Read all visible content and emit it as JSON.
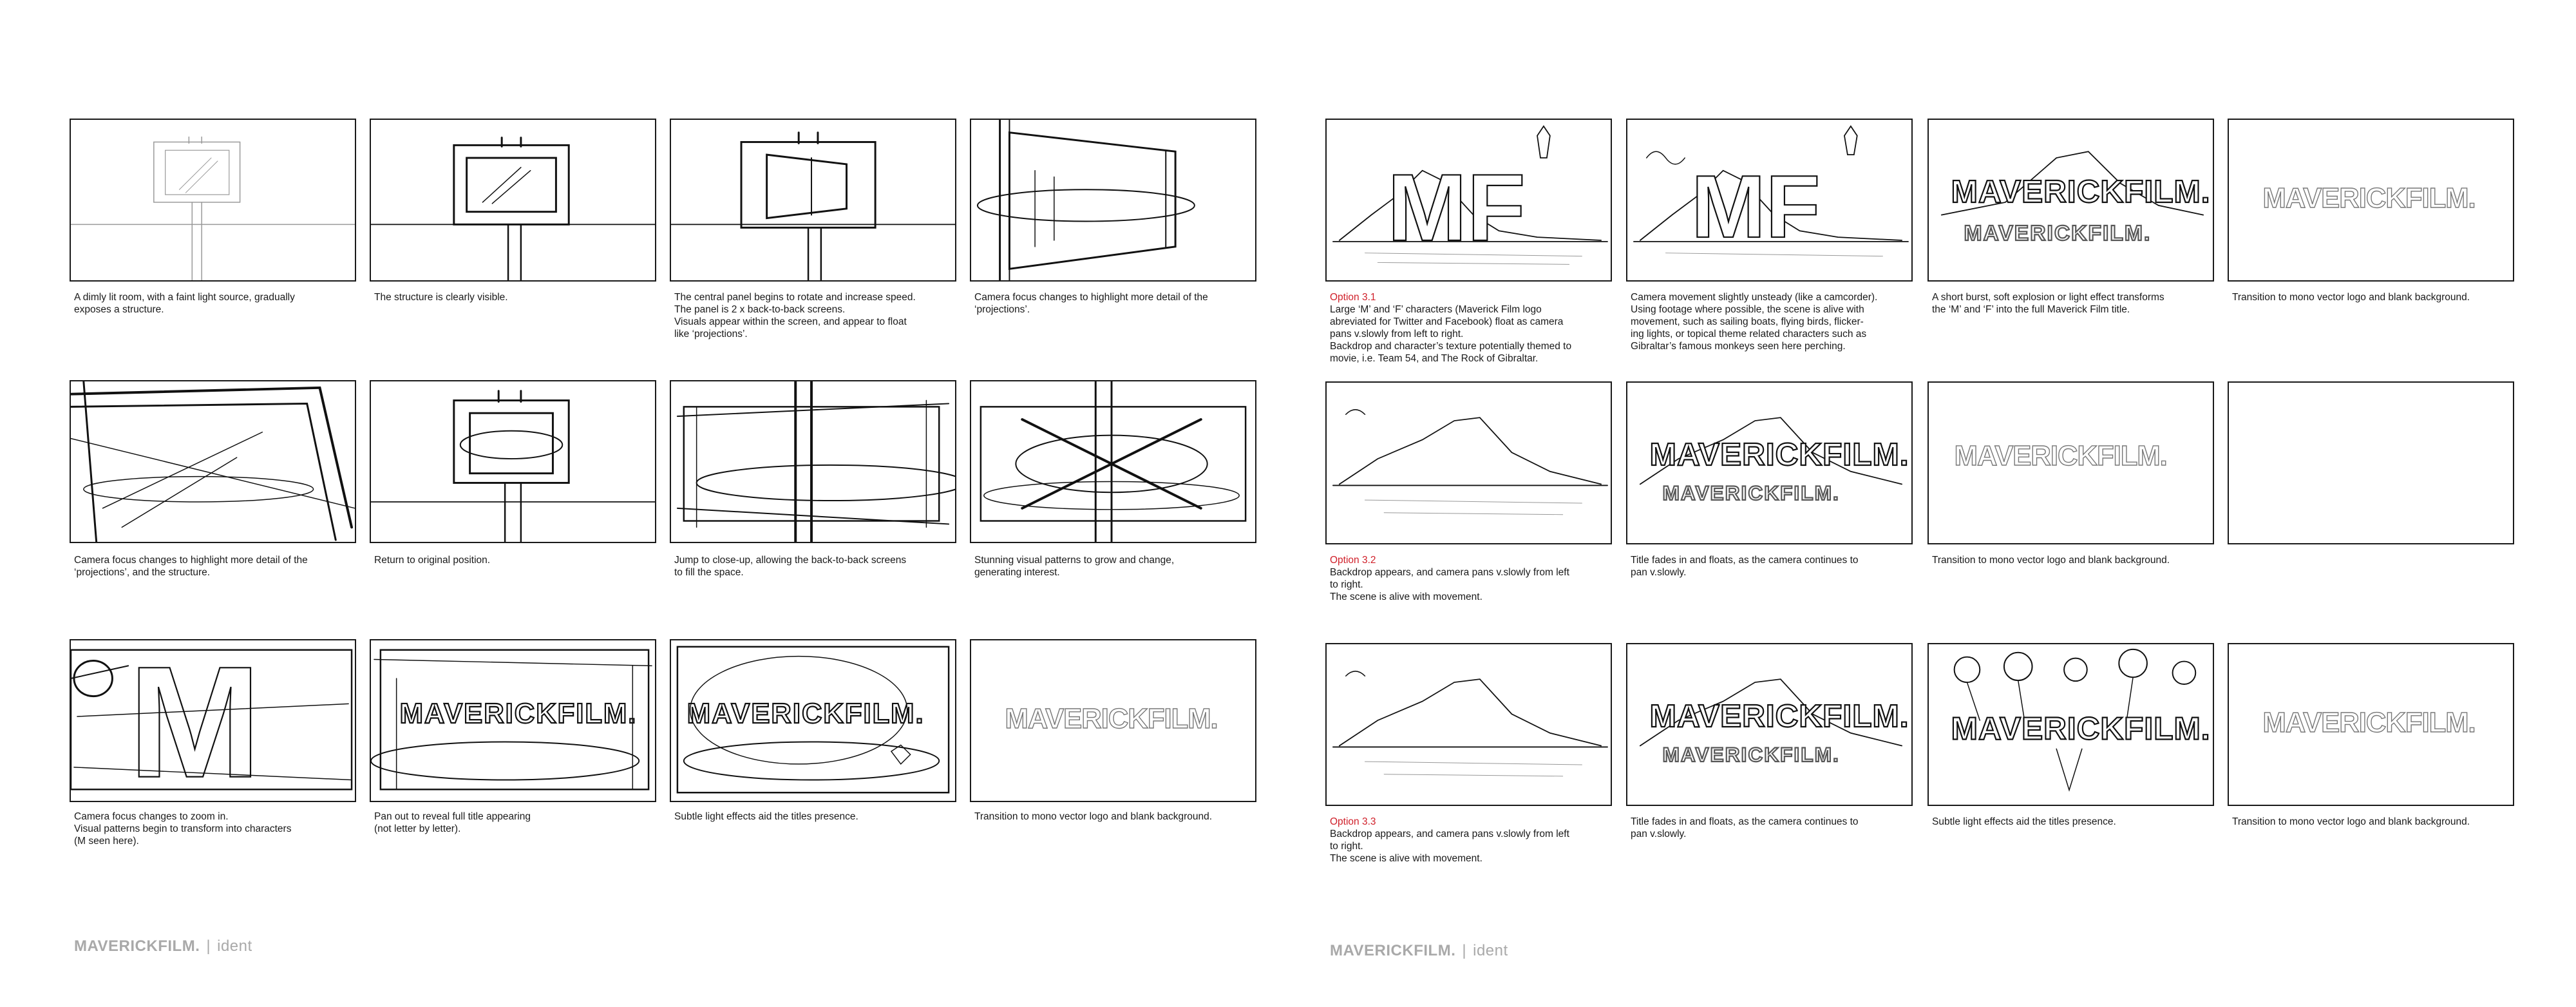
{
  "brand": {
    "name": "MAVERICKFILM.",
    "separator": "|",
    "subtitle": "ident",
    "accent_color": "#d0202a"
  },
  "left_page": {
    "captions": [
      "A dimly lit room, with a faint light source, gradually\nexposes a structure.",
      "The structure is clearly visible.",
      "The central panel begins to rotate and increase speed.\nThe panel is 2 x back-to-back screens.\nVisuals appear within the screen, and appear to float\nlike ‘projections’.",
      "Camera focus changes to highlight more detail of the\n‘projections’.",
      "Camera focus changes to highlight more detail of the\n‘projections’, and the structure.",
      "Return to original position.",
      "Jump to close-up, allowing the back-to-back screens\nto fill the space.",
      "Stunning visual patterns to grow and change,\ngenerating interest.",
      "Camera focus changes to zoom in.\nVisual patterns begin to transform into characters\n(M seen here).",
      "Pan out to reveal full title appearing\n(not letter by letter).",
      "Subtle light effects aid the titles presence.",
      "Transition to mono vector logo and blank background."
    ]
  },
  "right_page": {
    "options": [
      {
        "label": "Option 3.1",
        "captions": [
          "Large ‘M’ and ‘F’ characters (Maverick Film logo\nabreviated for Twitter and Facebook) float as camera\npans v.slowly from left to right.\nBackdrop and character’s texture potentially themed to\nmovie, i.e. Team 54, and The Rock of Gibraltar.",
          "Camera movement slightly unsteady (like a camcorder).\nUsing footage where possible, the scene is alive with\nmovement, such as sailing boats, flying birds, flicker-\ning lights, or topical theme related characters such as\nGibraltar’s famous monkeys seen here perching.",
          "A short burst, soft explosion or light effect transforms\nthe ‘M’ and ‘F’ into the full Maverick Film title.",
          "Transition to mono vector logo and blank background."
        ]
      },
      {
        "label": "Option 3.2",
        "captions": [
          "Backdrop appears, and camera pans v.slowly from left\nto right.\nThe scene is alive with movement.",
          "Title fades in and floats, as the camera continues to\npan v.slowly.",
          "Transition to mono vector logo and blank background.",
          ""
        ]
      },
      {
        "label": "Option 3.3",
        "captions": [
          "Backdrop appears, and camera pans v.slowly from left\nto right.\nThe scene is alive with movement.",
          "Title fades in and floats, as the camera continues to\npan v.slowly.",
          "Subtle light effects aid the titles presence.",
          "Transition to mono vector logo and blank background."
        ]
      }
    ]
  },
  "sketch_text": {
    "mf": "MF",
    "m": "M"
  }
}
